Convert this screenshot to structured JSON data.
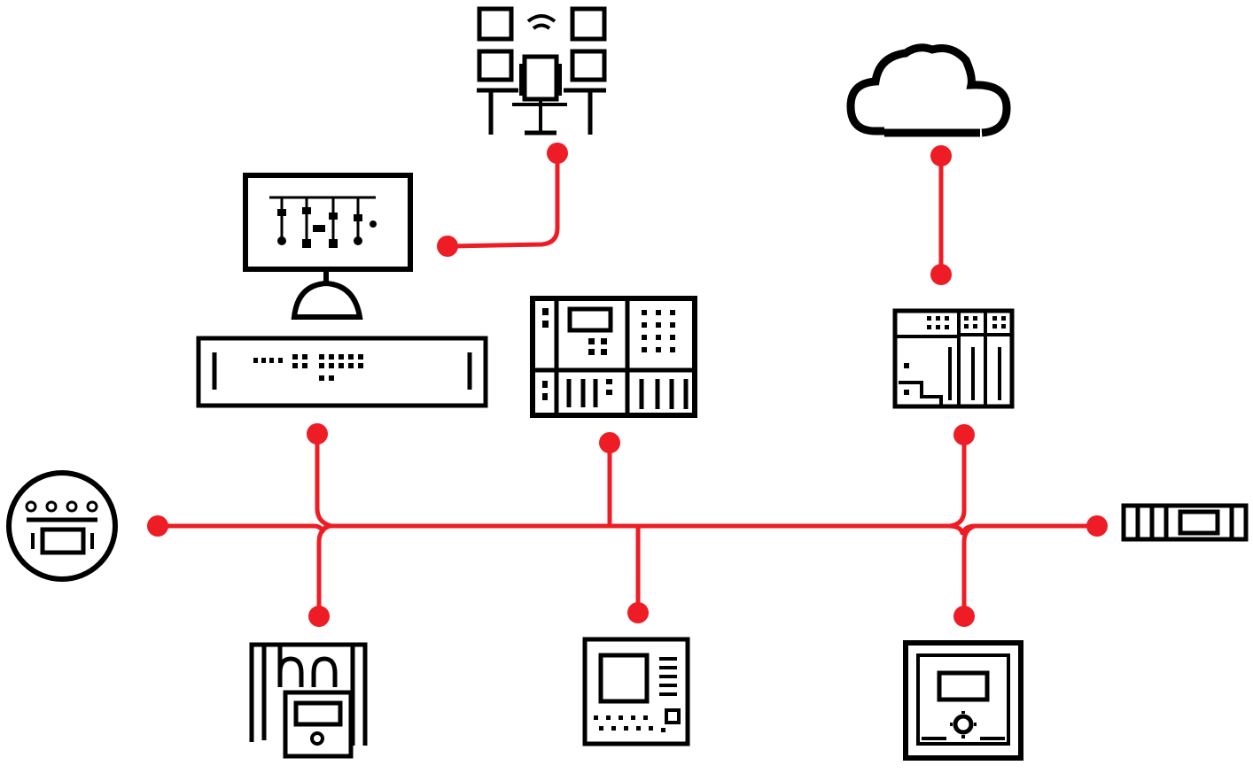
{
  "colors": {
    "network_line": "#ee1c25",
    "device_outline": "#000000",
    "background": "#ffffff"
  },
  "devices": [
    {
      "id": "operator-workstations",
      "icon": "operator-control-room-icon"
    },
    {
      "id": "cloud",
      "icon": "cloud-icon"
    },
    {
      "id": "hmi-monitor",
      "icon": "single-line-diagram-monitor-icon"
    },
    {
      "id": "network-switch",
      "icon": "rack-switch-icon"
    },
    {
      "id": "controller-central",
      "icon": "modular-controller-icon"
    },
    {
      "id": "gateway-rack",
      "icon": "io-rack-gateway-icon"
    },
    {
      "id": "energy-meter",
      "icon": "meter-icon"
    },
    {
      "id": "din-module",
      "icon": "din-rail-module-icon"
    },
    {
      "id": "drive-unit",
      "icon": "drive-unit-icon"
    },
    {
      "id": "protection-relay",
      "icon": "protection-relay-icon"
    },
    {
      "id": "touch-panel",
      "icon": "touch-panel-icon"
    }
  ],
  "connections": [
    {
      "from": "operator-workstations",
      "to": "hmi-monitor"
    },
    {
      "from": "cloud",
      "to": "gateway-rack"
    },
    {
      "from": "network-switch",
      "to": "bus"
    },
    {
      "from": "controller-central",
      "to": "bus"
    },
    {
      "from": "gateway-rack",
      "to": "bus"
    },
    {
      "from": "energy-meter",
      "to": "bus"
    },
    {
      "from": "din-module",
      "to": "bus"
    },
    {
      "from": "drive-unit",
      "to": "bus"
    },
    {
      "from": "protection-relay",
      "to": "bus"
    },
    {
      "from": "touch-panel",
      "to": "bus"
    }
  ]
}
